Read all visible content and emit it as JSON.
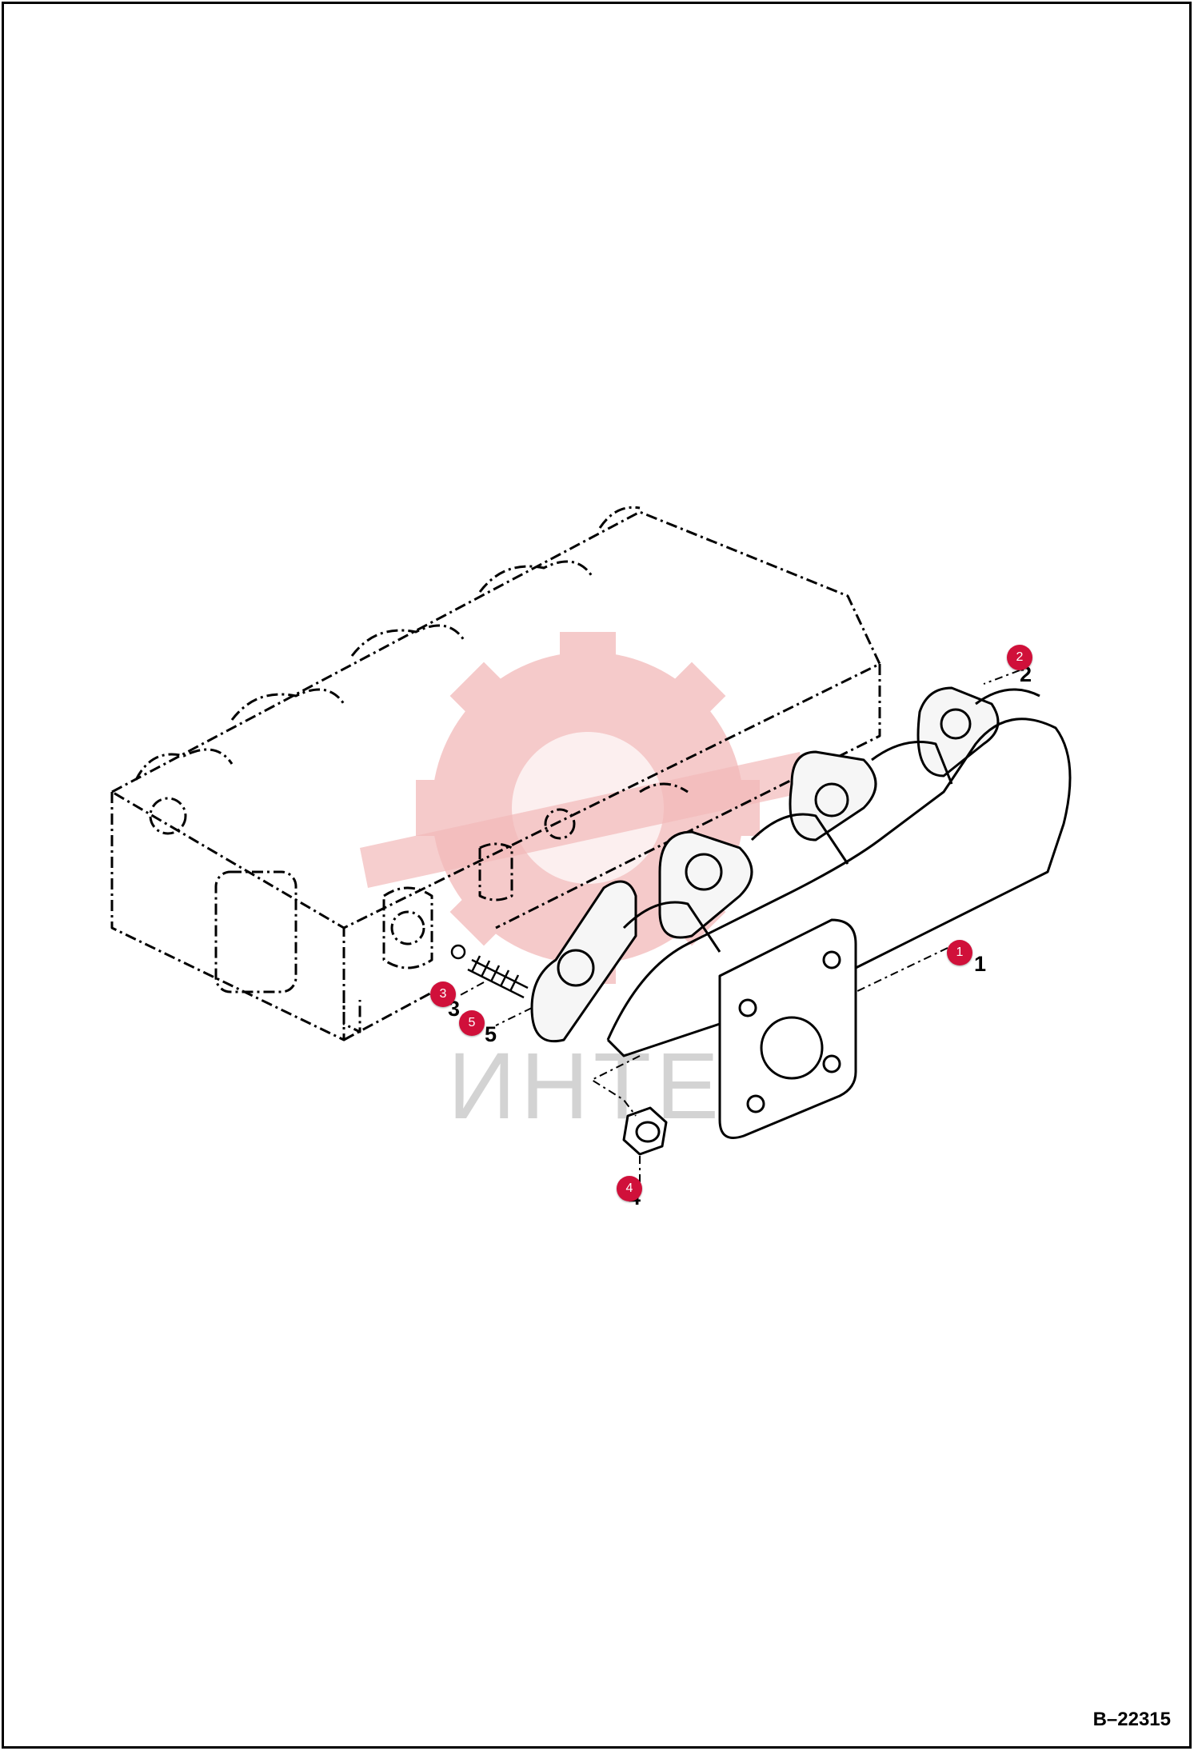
{
  "figure": {
    "id": "B–22315",
    "watermark_text": "ИНТЕХ",
    "colors": {
      "callout": "#d0103a",
      "line": "#000000",
      "watermark": "#f2b9b9"
    }
  },
  "callouts": [
    {
      "num": "1",
      "part_label": "1"
    },
    {
      "num": "2",
      "part_label": "2"
    },
    {
      "num": "3",
      "part_label": "3"
    },
    {
      "num": "4",
      "part_label": "4"
    },
    {
      "num": "5",
      "part_label": "5"
    }
  ]
}
